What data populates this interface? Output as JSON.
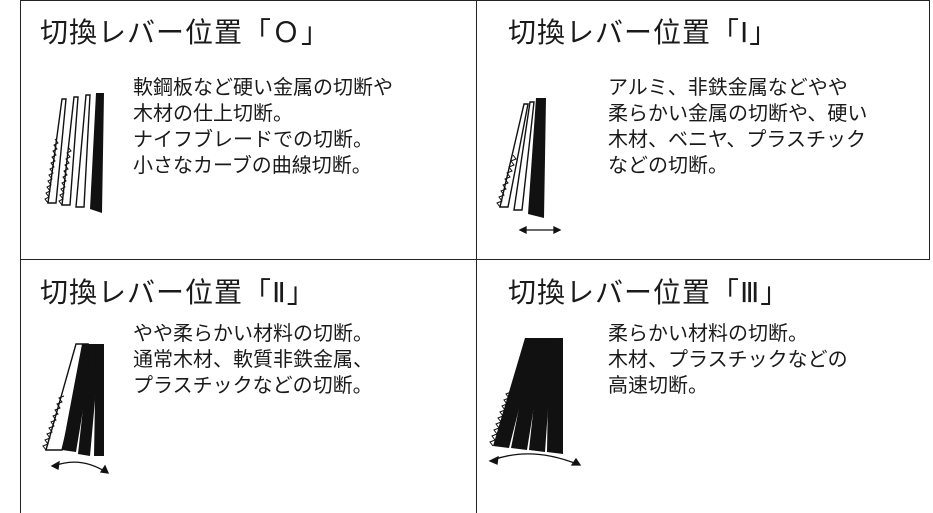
{
  "panels": [
    {
      "title": "切換レバー位置「Ｏ」",
      "lines": [
        "軟鋼板など硬い金属の切断や",
        "木材の仕上切断。",
        "ナイフブレードでの切断。",
        "小さなカーブの曲線切断。"
      ],
      "icon": "orbital-0-blade-icon"
    },
    {
      "title": "切換レバー位置「Ⅰ」",
      "lines": [
        "アルミ、非鉄金属などやや",
        "柔らかい金属の切断や、硬い",
        "木材、ベニヤ、プラスチック",
        "などの切断。"
      ],
      "icon": "orbital-1-blade-icon"
    },
    {
      "title": "切換レバー位置「Ⅱ」",
      "lines": [
        "やや柔らかい材料の切断。",
        "通常木材、軟質非鉄金属、",
        "プラスチックなどの切断。"
      ],
      "icon": "orbital-2-blade-icon"
    },
    {
      "title": "切換レバー位置「Ⅲ」",
      "lines": [
        "柔らかい材料の切断。",
        "木材、プラスチックなどの",
        "高速切断。"
      ],
      "icon": "orbital-3-blade-icon"
    }
  ]
}
